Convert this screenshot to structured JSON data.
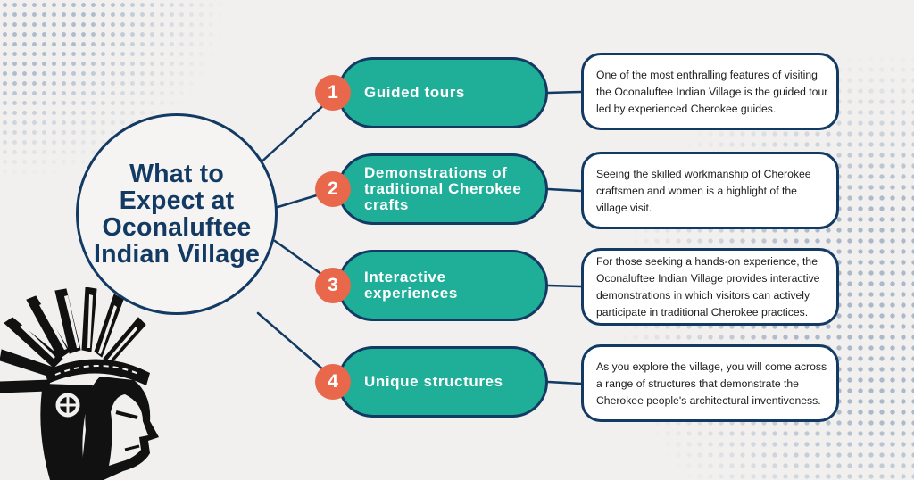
{
  "title": "What to Expect at Oconaluftee Indian Village",
  "items": [
    {
      "number": "1",
      "label": "Guided tours",
      "description": "One of the most enthralling features of visiting the Oconaluftee Indian Village is the guided tour led by experienced Cherokee guides."
    },
    {
      "number": "2",
      "label": "Demonstrations of traditional Cherokee crafts",
      "description": "Seeing the skilled workmanship of Cherokee craftsmen and women is a highlight of the village visit."
    },
    {
      "number": "3",
      "label": "Interactive experiences",
      "description": "For those seeking a hands-on experience, the Oconaluftee Indian Village provides interactive demonstrations in which visitors can actively participate in traditional Cherokee practices."
    },
    {
      "number": "4",
      "label": "Unique structures",
      "description": "As you explore the village, you will come across a range of structures that demonstrate the Cherokee people's architectural inventiveness."
    }
  ],
  "colors": {
    "navy": "#123a63",
    "teal": "#1fae97",
    "orange": "#e9674a",
    "background": "#f1f0ee"
  },
  "icons": {
    "illustration": "cherokee-chief-headdress-icon"
  }
}
